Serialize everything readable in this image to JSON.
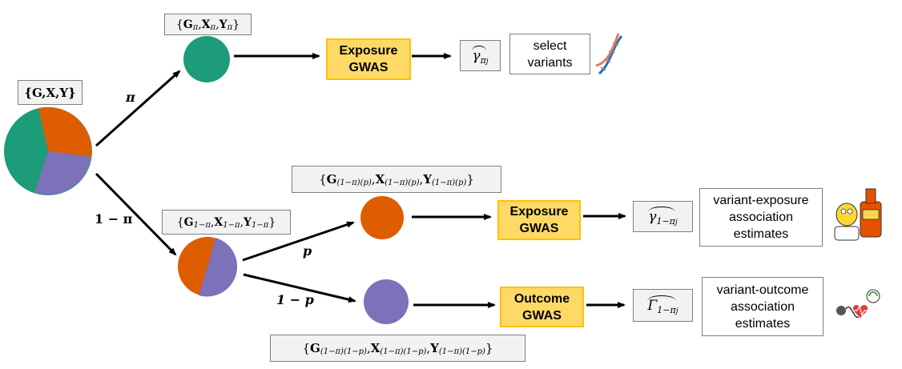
{
  "colors": {
    "green": "#1c9c78",
    "orange": "#dd5d00",
    "purple": "#7b72b9",
    "gwas_fill": "#ffd966",
    "gwas_border": "#ffc000"
  },
  "full_data": {
    "label": "{G,X,Y}"
  },
  "split_labels": {
    "pi": "π",
    "one_minus_pi": "1 − π",
    "p": "p",
    "one_minus_p": "1 − p"
  },
  "sets": {
    "pi": {
      "open": "{",
      "G": "G",
      "X": "X",
      "Y": "Y",
      "sub": "π",
      "close": "}"
    },
    "one_minus_pi": {
      "open": "{",
      "G": "G",
      "X": "X",
      "Y": "Y",
      "sub": "1−π",
      "close": "}"
    },
    "p_branch": {
      "open": "{",
      "G": "G",
      "X": "X",
      "Y": "Y",
      "sub": "(1−π)(p)",
      "close": "}"
    },
    "one_minus_p_branch": {
      "open": "{",
      "G": "G",
      "X": "X",
      "Y": "Y",
      "sub": "(1−π)(1−p)",
      "close": "}"
    }
  },
  "gwas": {
    "top": {
      "line1": "Exposure",
      "line2": "GWAS"
    },
    "mid": {
      "line1": "Exposure",
      "line2": "GWAS"
    },
    "bottom": {
      "line1": "Outcome",
      "line2": "GWAS"
    }
  },
  "estimates": {
    "top": {
      "symbol": "γ",
      "sub": "π",
      "subsub": "j"
    },
    "mid": {
      "symbol": "γ",
      "sub": "1−π",
      "subsub": "j"
    },
    "bottom": {
      "symbol": "Γ",
      "sub": "1−π",
      "subsub": "j"
    }
  },
  "notes": {
    "top": {
      "line1": "select",
      "line2": "variants",
      "line3": ""
    },
    "mid": {
      "line1": "variant-exposure",
      "line2": "association",
      "line3": "estimates"
    },
    "bottom": {
      "line1": "variant-outcome",
      "line2": "association",
      "line3": "estimates"
    }
  },
  "icons": [
    "dna-icon",
    "beer-character-icon",
    "heart-monitor-icon"
  ]
}
